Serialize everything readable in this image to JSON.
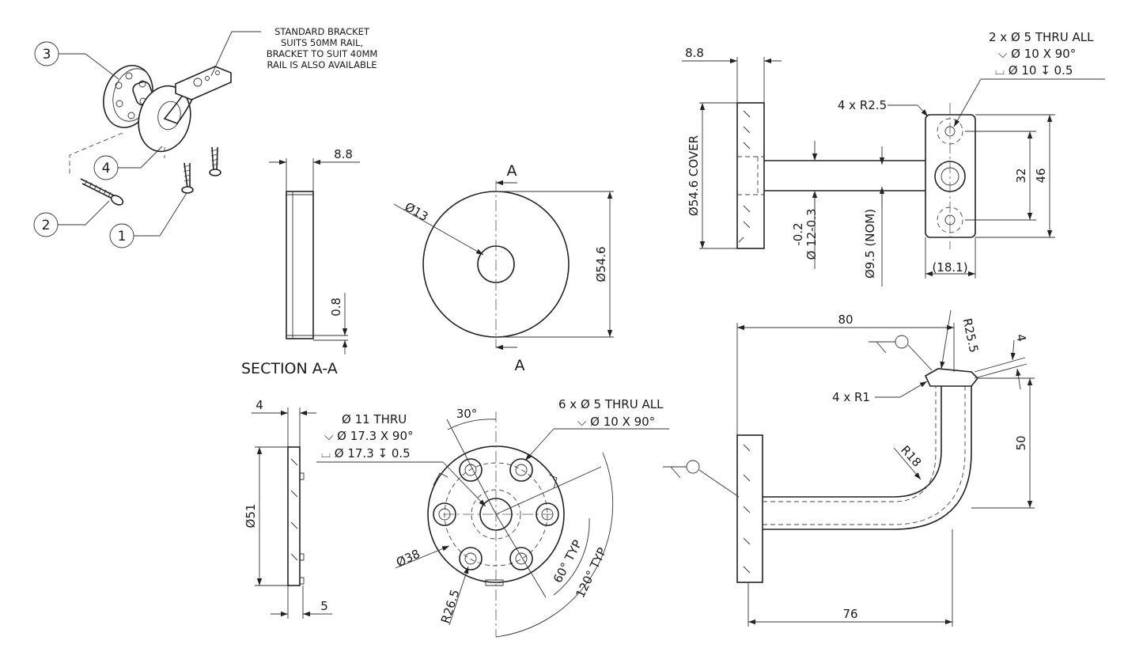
{
  "drawing": {
    "note_lines": [
      "STANDARD BRACKET",
      "SUITS 50MM RAIL,",
      "BRACKET TO SUIT 40MM",
      "RAIL IS ALSO AVAILABLE"
    ],
    "balloons": [
      "1",
      "2",
      "3",
      "4"
    ],
    "section_title": "SECTION A-A",
    "section_marker": "A",
    "cover_side": {
      "thickness": "8.8",
      "lip": "0.8"
    },
    "cover_front": {
      "hole": "Ø13",
      "diameter": "Ø54.6"
    },
    "side_view": {
      "thickness": "8.8",
      "cover": "Ø54.6 COVER",
      "tol_upper": "-0.2",
      "tol_lower": "Ø 12-0.3",
      "nom": "Ø9.5 (NOM)",
      "radius": "4 x R2.5",
      "holes": [
        "2 x Ø 5 THRU ALL",
        "⌵ Ø 10 X 90°",
        "⌴ Ø 10 ↧ 0.5"
      ],
      "pitch": "32",
      "height": "46",
      "width": "(18.1)"
    },
    "base_side": {
      "top": "4",
      "dia": "Ø51",
      "bottom": "5"
    },
    "base_front": {
      "center_callout": [
        "Ø 11 THRU",
        "⌵ Ø 17.3 X 90°",
        "⌴ Ø 17.3 ↧ 0.5"
      ],
      "hole_callout": [
        "6 x Ø 5 THRU ALL",
        "⌵ Ø 10 X 90°"
      ],
      "angle": "30°",
      "pcd": "Ø38",
      "radius": "R26.5",
      "typ60": "60° TYP",
      "typ120": "120° TYP"
    },
    "bracket_side": {
      "width": "80",
      "radius_top": "R25.5",
      "pad": "4",
      "fillets": "4 x R1",
      "bend": "R18",
      "height": "50",
      "reach": "76"
    }
  }
}
